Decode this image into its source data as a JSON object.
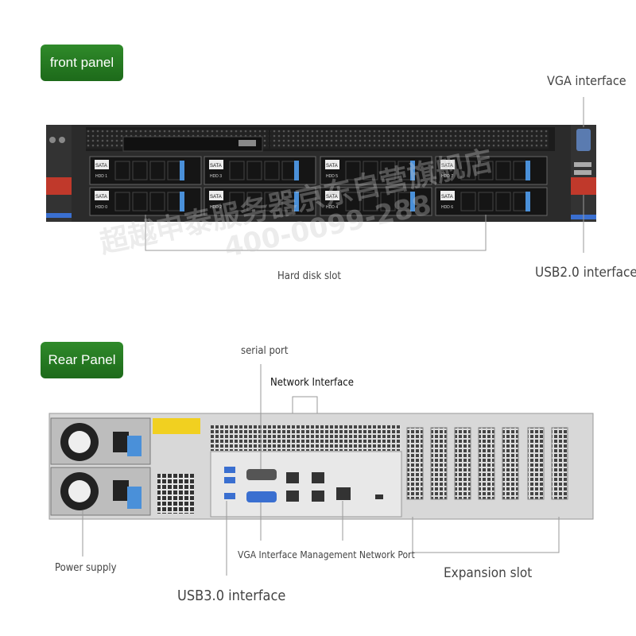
{
  "front": {
    "badge": "front panel",
    "labels": {
      "vga": "VGA interface",
      "usb2": "USB2.0 interface",
      "hdd_slot": "Hard disk slot"
    },
    "bay_text": "SATA",
    "bays": [
      "HDD 1",
      "HDD 3",
      "HDD 5",
      "HDD 7",
      "HDD 0",
      "HDD 2",
      "HDD 4",
      "HDD 6"
    ]
  },
  "rear": {
    "badge": "Rear Panel",
    "labels": {
      "serial": "serial port",
      "network": "Network Interface",
      "vga_mgmt": "VGA Interface Management Network Port",
      "power": "Power supply",
      "usb3": "USB3.0 interface",
      "expansion": "Expansion slot"
    }
  },
  "watermark": {
    "line1": "超越申泰服务器京东自营旗舰店",
    "line2": "400-0099-288"
  },
  "colors": {
    "badge": "#2a7d26",
    "chassis": "#2b2b2b",
    "accent_red": "#c0392b",
    "tab_blue": "#4a90d9"
  }
}
